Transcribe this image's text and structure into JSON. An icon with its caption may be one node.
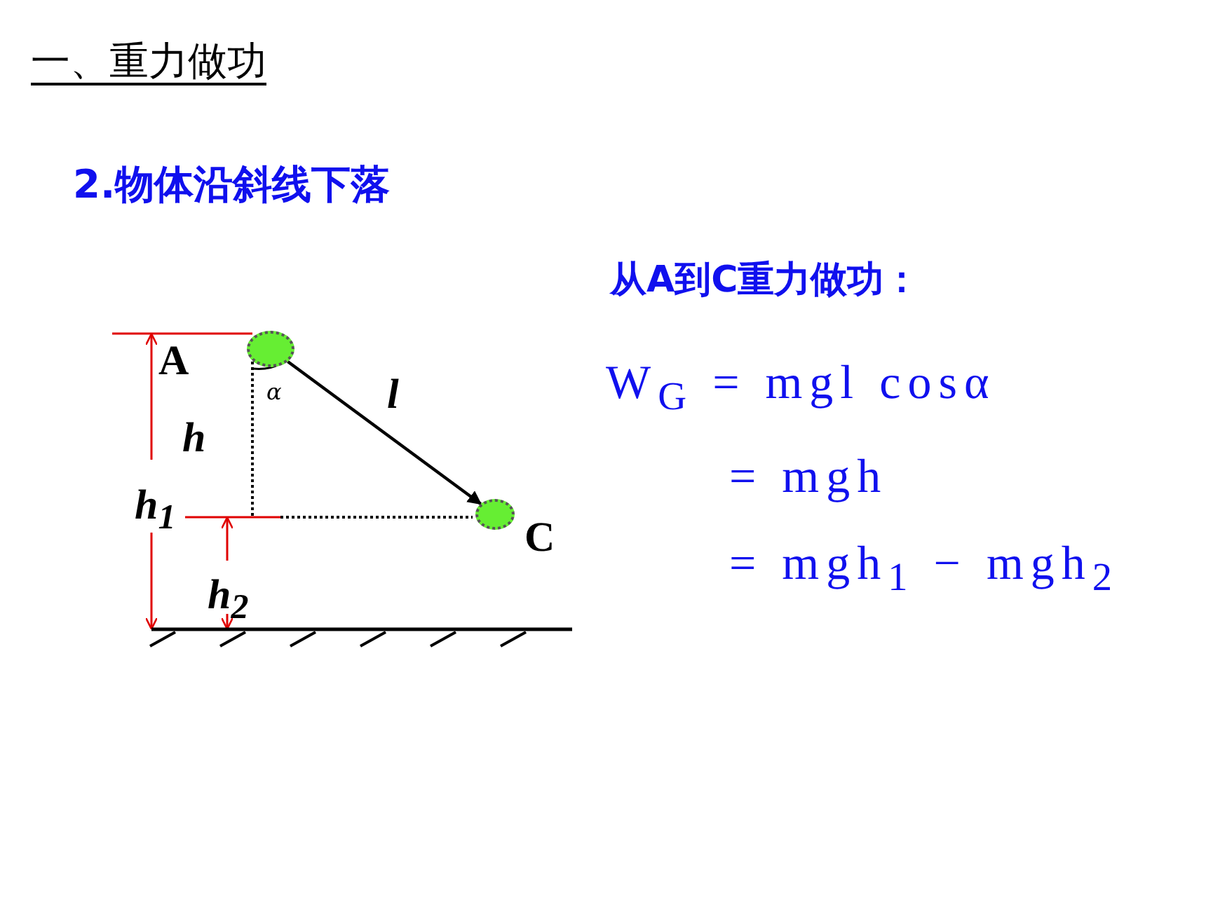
{
  "diagram": {
    "title": "一、重力做功",
    "nodes": [
      {
        "text": [],
        "shape": "circle",
        "beside": [
          "A"
        ]
      },
      {
        "text": [],
        "shape": "circle",
        "beside": [
          "C"
        ]
      }
    ],
    "edges": [
      {
        "from": 0,
        "to": 1,
        "arrow": "to",
        "label": "l"
      }
    ],
    "labels": [
      "2.物体沿斜线下落",
      "α",
      "h",
      "h$_{1}$",
      "h$_{2}$",
      "从A到C重力做功：",
      "W$_{G}$ = mgl cosα",
      "= mgh",
      "= mgh$_{1}$ − mgh$_{2}$"
    ]
  }
}
